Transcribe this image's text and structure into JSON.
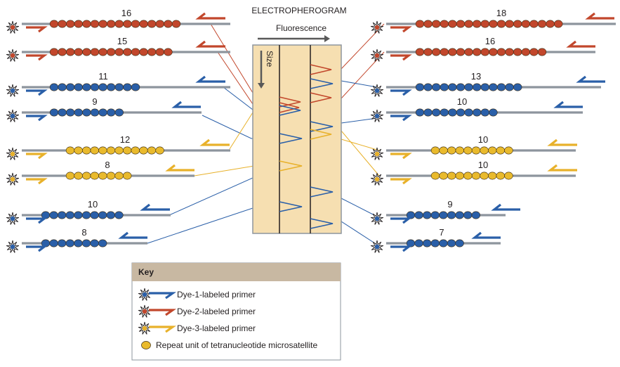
{
  "title": "ELECTROPHEROGRAM",
  "fluorescence_label": "Fluorescence",
  "size_label": "Size",
  "colors": {
    "dye1": "#2a5fa8",
    "dye2": "#c2472c",
    "dye3": "#e8b12a",
    "dye1_bead": "#2a5fa8",
    "dye2_bead": "#c2472c",
    "dye3_bead": "#e9ba2d",
    "strand": "#8d959d",
    "panel": "#f6dfb1"
  },
  "left_alleles": [
    {
      "repeats": "16",
      "dye": "dye2"
    },
    {
      "repeats": "15",
      "dye": "dye2"
    },
    {
      "repeats": "11",
      "dye": "dye1"
    },
    {
      "repeats": "9",
      "dye": "dye1"
    },
    {
      "repeats": "12",
      "dye": "dye3"
    },
    {
      "repeats": "8",
      "dye": "dye3"
    },
    {
      "repeats": "10",
      "dye": "dye1"
    },
    {
      "repeats": "8",
      "dye": "dye1"
    }
  ],
  "right_alleles": [
    {
      "repeats": "18",
      "dye": "dye2"
    },
    {
      "repeats": "16",
      "dye": "dye2"
    },
    {
      "repeats": "13",
      "dye": "dye1"
    },
    {
      "repeats": "10",
      "dye": "dye1"
    },
    {
      "repeats": "10",
      "dye": "dye3"
    },
    {
      "repeats": "10",
      "dye": "dye3"
    },
    {
      "repeats": "9",
      "dye": "dye1"
    },
    {
      "repeats": "7",
      "dye": "dye1"
    }
  ],
  "key": {
    "title": "Key",
    "items": [
      {
        "label": "Dye-1-labeled primer",
        "dye": "dye1"
      },
      {
        "label": "Dye-2-labeled primer",
        "dye": "dye2"
      },
      {
        "label": "Dye-3-labeled primer",
        "dye": "dye3"
      },
      {
        "label": "Repeat unit of tetranucleotide microsatellite",
        "dye": "bead"
      }
    ]
  }
}
